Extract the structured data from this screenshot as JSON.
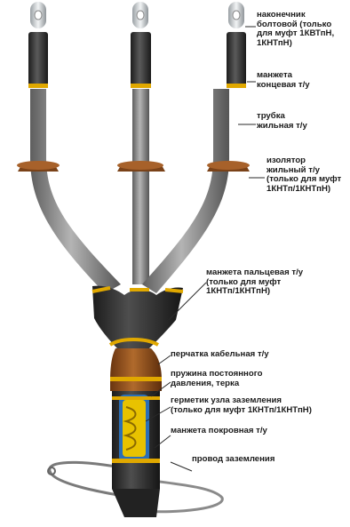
{
  "labels": {
    "lug": [
      "наконечник",
      "болтовой (только",
      "для муфт 1КВТпН,",
      "1КНТпН)"
    ],
    "end_cuff": [
      "манжета",
      "концевая т/у"
    ],
    "core_tube": [
      "трубка",
      "жильная т/у"
    ],
    "insulator": [
      "изолятор",
      "жильный т/у",
      "(только для муфт",
      "1КНТп/1КНТпН)"
    ],
    "finger_cuff": [
      "манжета пальцевая т/у",
      "(только для муфт",
      "1КНТп/1КНТпН)"
    ],
    "glove": [
      "перчатка кабельная т/у"
    ],
    "spring": [
      "пружина постоянного",
      "давления, терка"
    ],
    "sealant": [
      "герметик узла заземления",
      "(только для муфт 1КНТп/1КНТпН)"
    ],
    "cover_cuff": [
      "манжета покровная т/у"
    ],
    "ground_wire": [
      "провод заземления"
    ]
  },
  "colors": {
    "shrink_tube": "#8e8e8e",
    "end_cuff": "#3a3a3a",
    "insulator": "#9a5a22",
    "glove": "#8f4f1c",
    "sealant_ring": "#e8b400",
    "lug": "#cfd3d6",
    "cover": "#2c2c2c"
  }
}
